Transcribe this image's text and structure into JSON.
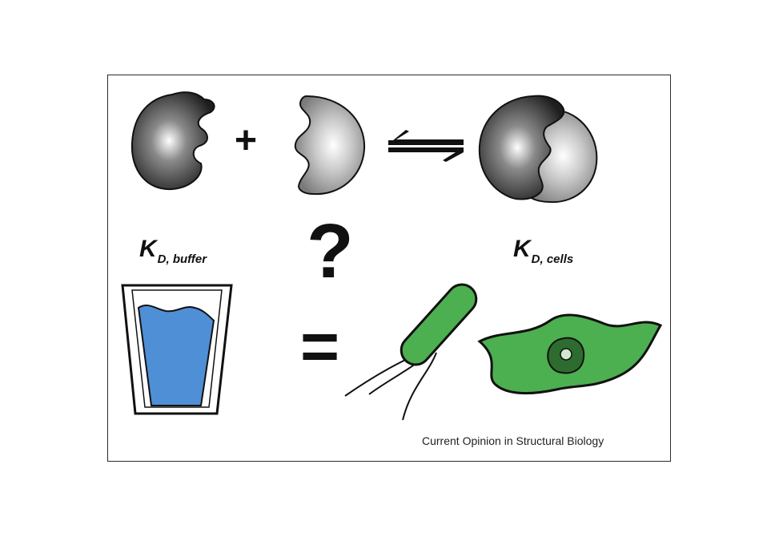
{
  "labels": {
    "plus": "+",
    "kd_buffer_main": "K",
    "kd_buffer_sub": "D, buffer",
    "question": "?",
    "kd_cells_main": "K",
    "kd_cells_sub": "D, cells",
    "equals": "=",
    "credit": "Current Opinion in Structural Biology"
  },
  "colors": {
    "dark_protein": "#2a2a2a",
    "light_protein": "#9a9a9a",
    "water": "#4f8fd6",
    "cell_green": "#4caf50",
    "nucleus": "#2e6b2f",
    "outline": "#111111"
  }
}
